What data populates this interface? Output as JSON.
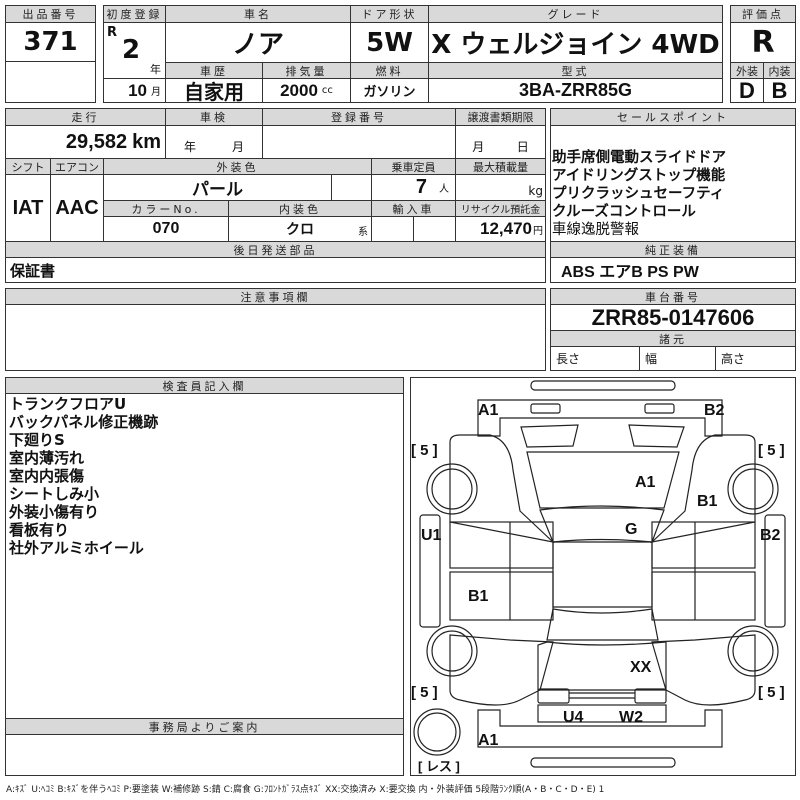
{
  "header": {
    "lot_label": "出品番号",
    "lot_number": "371",
    "first_reg_label": "初度登録",
    "era": "R",
    "year": "2",
    "year_unit": "年",
    "month": "10",
    "month_unit": "月",
    "car_name_label": "車名",
    "car_name": "ノア",
    "door_label": "ドア形状",
    "door": "5W",
    "grade_label": "グレード",
    "grade": "X ウェルジョイン 4WD",
    "score_label": "評価点",
    "score": "R",
    "history_label": "車歴",
    "history": "自家用",
    "displacement_label": "排気量",
    "displacement": "2000",
    "displacement_unit": "cc",
    "fuel_label": "燃料",
    "fuel": "ガソリン",
    "model_label": "型式",
    "model": "3BA-ZRR85G",
    "exterior_label": "外装",
    "exterior_grade": "D",
    "interior_label": "内装",
    "interior_grade": "B"
  },
  "details": {
    "mileage_label": "走行",
    "mileage": "29,582",
    "mileage_unit": "km",
    "inspection_label": "車検",
    "inspection_year_unit": "年",
    "inspection_month_unit": "月",
    "reg_number_label": "登録番号",
    "transfer_label": "譲渡書類期限",
    "transfer_month_unit": "月",
    "transfer_day_unit": "日",
    "shift_label": "シフト",
    "shift": "IAT",
    "ac_label": "エアコン",
    "ac": "AAC",
    "color_label": "外装色",
    "color": "パール",
    "capacity_label": "乗車定員",
    "capacity": "7",
    "capacity_unit": "人",
    "max_load_label": "最大積載量",
    "max_load_unit": "kg",
    "color_no_label": "カラーNo.",
    "color_no": "070",
    "interior_color_label": "内装色",
    "interior_color": "クロ",
    "interior_color_unit": "系",
    "import_label": "輸入車",
    "recycle_label": "リサイクル預託金",
    "recycle": "12,470",
    "recycle_unit": "円",
    "later_parts_label": "後日発送部品",
    "later_parts": "保証書"
  },
  "sales_points": {
    "label": "セールスポイント",
    "items": [
      "助手席側電動スライドドア",
      "アイドリングストップ機能",
      "プリクラッシュセーフティ",
      "クルーズコントロール",
      "車線逸脱警報"
    ]
  },
  "equipment": {
    "label": "純正装備",
    "value": "ABS エアB PS PW"
  },
  "notes": {
    "label": "注意事項欄"
  },
  "chassis": {
    "label": "車台番号",
    "value": "ZRR85-0147606",
    "spec_label": "諸元",
    "length_label": "長さ",
    "width_label": "幅",
    "height_label": "高さ"
  },
  "inspector": {
    "label": "検査員記入欄",
    "items": [
      "トランクフロアU",
      "バックパネル修正機跡",
      "下廻りS",
      "室内薄汚れ",
      "室内内張傷",
      "シートしみ小",
      "外装小傷有り",
      "看板有り",
      "社外アルミホイール"
    ]
  },
  "diagram": {
    "front_left": "A1",
    "front_right": "B2",
    "hood": "A1",
    "fender_right": "B1",
    "windshield": "G",
    "left_side": "U1",
    "right_side": "B2",
    "left_rear_door": "B1",
    "roof_rear": "XX",
    "rear_u": "U4",
    "rear_w": "W2",
    "rear_bumper": "A1",
    "tire_fl": "[ 5 ]",
    "tire_fr": "[ 5 ]",
    "tire_rl": "[ 5 ]",
    "tire_rr": "[ 5 ]",
    "spare": "[ レス ]"
  },
  "office": {
    "label": "事務局よりご案内"
  },
  "legend": "A:ｷｽﾞ U:ﾍｺﾐ B:ｷｽﾞを伴うﾍｺﾐ P:要塗装 W:補修跡 S:錆 C:腐食 G:ﾌﾛﾝﾄｶﾞﾗｽ点ｷｽﾞ XX:交換済み X:要交換  内・外装評価  5段階ﾗﾝｸ順(A・B・C・D・E) 1"
}
